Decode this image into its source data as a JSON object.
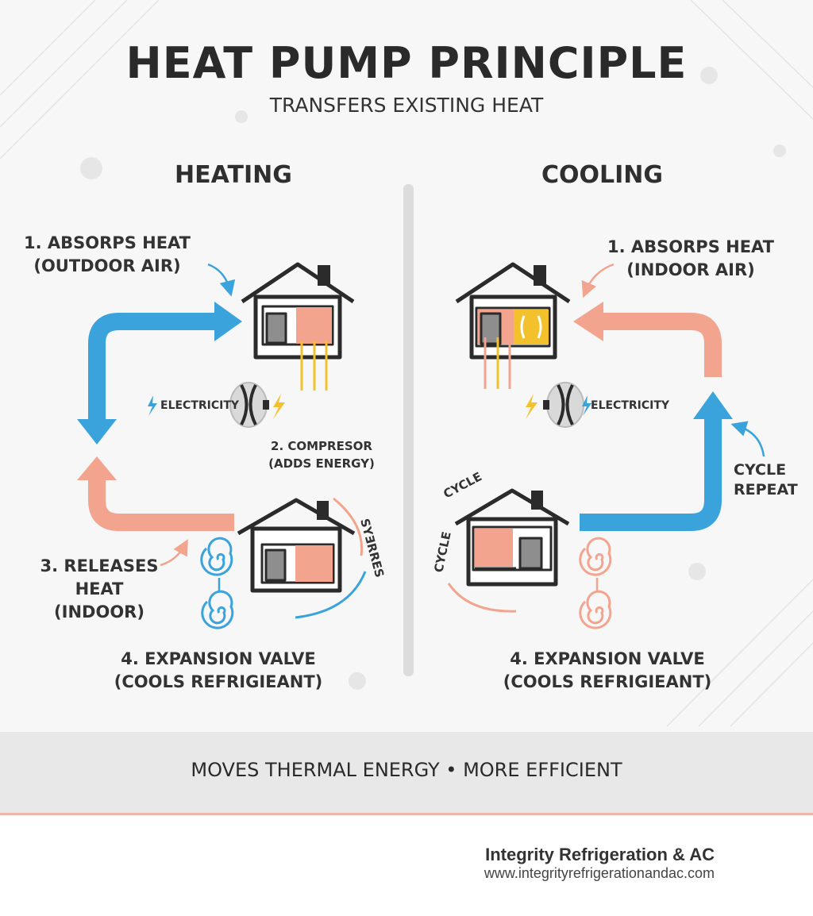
{
  "header": {
    "title": "HEAT PUMP PRINCIPLE",
    "subtitle": "TRANSFERS EXISTING HEAT"
  },
  "heating": {
    "title": "HEATING",
    "step1": [
      "1. ABSORPS HEAT",
      "(OUTDOOR AIR)"
    ],
    "electricity": "ELECTRICITY",
    "step2": [
      "2. COMPRESOR",
      "(ADDS ENERGY)"
    ],
    "step3": [
      "3. RELEASES",
      "HEAT",
      "(INDOOR)"
    ],
    "step4": [
      "4. EXPANSION VALVE",
      "(COOLS REFRIGIEANT)"
    ],
    "curved_label": "SYƎRRES"
  },
  "cooling": {
    "title": "COOLING",
    "step1": [
      "1. ABSORPS HEAT",
      "(INDOOR AIR)"
    ],
    "electricity": "ELECTRICITY",
    "cycle_repeat": [
      "CYCLE",
      "REPEAT"
    ],
    "cycle_a": "CYCLE",
    "cycle_b": "CYCLE",
    "step4": [
      "4. EXPANSION VALVE",
      "(COOLS REFRIGIEANT)"
    ]
  },
  "band": {
    "text": "MOVES THERMAL ENERGY  •  MORE EFFICIENT"
  },
  "footer": {
    "company": "Integrity Refrigeration & AC",
    "url": "www.integrityrefrigerationandac.com"
  },
  "colors": {
    "blue": "#3aa3dc",
    "salmon": "#f2a48f",
    "yellow": "#f3c12b",
    "dark": "#2b2b2b",
    "gray": "#8e8e8e"
  },
  "icons": [
    "lightning-icon",
    "compressor-icon",
    "spiral-icon",
    "house-icon",
    "technician-avatar"
  ]
}
